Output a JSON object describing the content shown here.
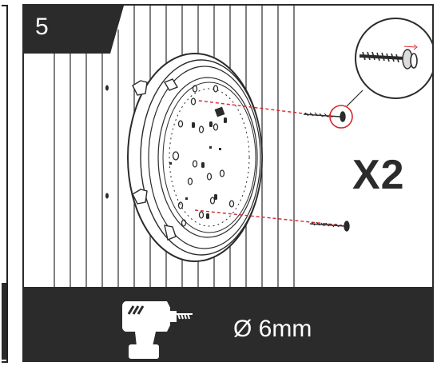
{
  "step": {
    "number": "5"
  },
  "callout": {
    "quantity": "X2"
  },
  "tool": {
    "icon": "drill-icon",
    "drill_size": "Ø 6mm"
  },
  "colors": {
    "dark": "#2b2b2b",
    "accent_line": "#d9252a",
    "background": "#ffffff"
  }
}
